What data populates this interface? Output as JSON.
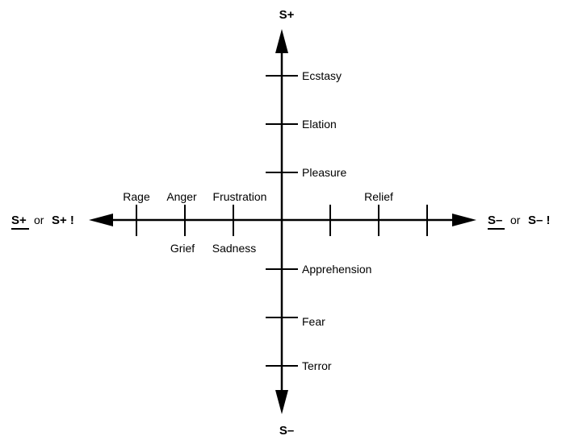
{
  "axes": {
    "top_label": "S+",
    "bottom_label": "S–",
    "left_label": {
      "term": "S+",
      "connector": "or",
      "alt": "S+ !"
    },
    "right_label": {
      "term": "S–",
      "connector": "or",
      "alt": "S– !"
    }
  },
  "vertical_labels": {
    "above": [
      "Ecstasy",
      "Elation",
      "Pleasure"
    ],
    "below": [
      "Apprehension",
      "Fear",
      "Terror"
    ]
  },
  "horizontal_labels": {
    "left_above": [
      "Rage",
      "Anger",
      "Frustration"
    ],
    "left_below": [
      "Grief",
      "Sadness"
    ],
    "right_above": [
      "Relief"
    ]
  },
  "colors": {
    "ink": "#000000",
    "background": "#ffffff"
  }
}
